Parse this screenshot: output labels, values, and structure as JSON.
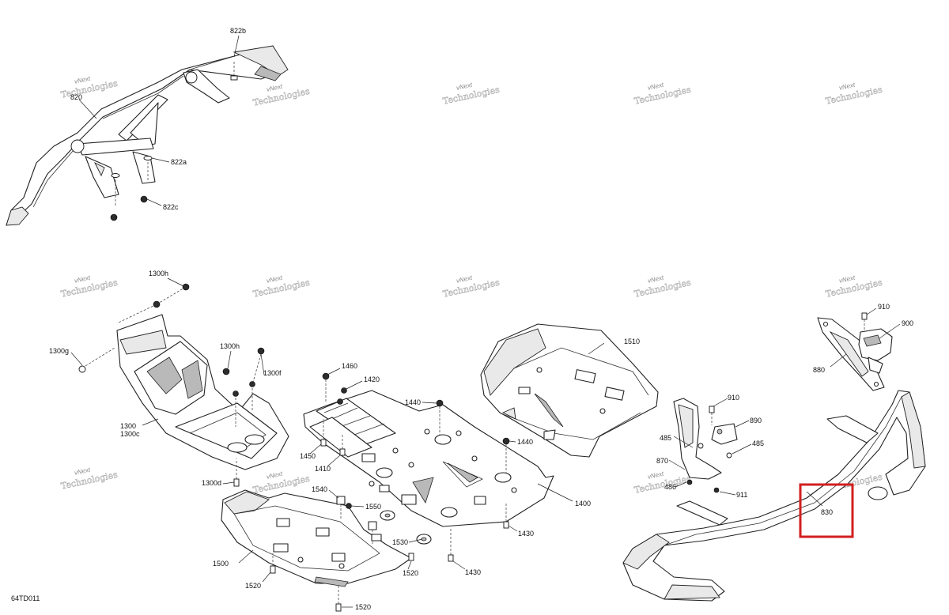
{
  "diagram_code": "64TD011",
  "watermark": {
    "line1": "vNext",
    "line2": "Technologies"
  },
  "highlight": {
    "part": "830",
    "color": "#d21f1f"
  },
  "labels": {
    "p822b": "822b",
    "p820": "820",
    "p822a": "822a",
    "p822c": "822c",
    "p1300h_a": "1300h",
    "p1300g": "1300g",
    "p1300h_b": "1300h",
    "p1300f": "1300f",
    "p1300": "1300",
    "p1300c": "1300c",
    "p1300d": "1300d",
    "p1460": "1460",
    "p1420": "1420",
    "p1440_a": "1440",
    "p1440_b": "1440",
    "p1450": "1450",
    "p1410": "1410",
    "p1510": "1510",
    "p1400": "1400",
    "p1540": "1540",
    "p1550": "1550",
    "p1530": "1530",
    "p1430_a": "1430",
    "p1430_b": "1430",
    "p1500": "1500",
    "p1520_a": "1520",
    "p1520_b": "1520",
    "p1520_c": "1520",
    "p910_a": "910",
    "p900": "900",
    "p880": "880",
    "p910_b": "910",
    "p890": "890",
    "p485_a": "485",
    "p485_b": "485",
    "p870": "870",
    "p486": "486",
    "p911": "911",
    "p830": "830"
  }
}
